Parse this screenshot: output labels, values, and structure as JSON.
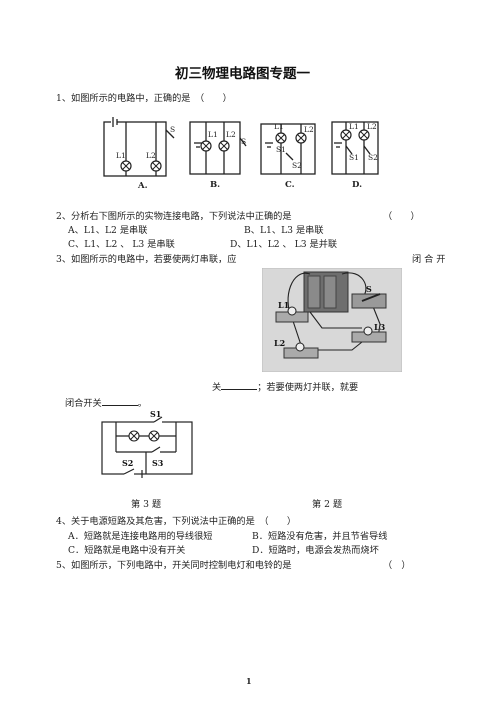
{
  "title": "初三物理电路图专题一",
  "q1": {
    "stem": "1、如图所示的电路中，正确的是　（　　）",
    "figure_labels": {
      "a": "A.",
      "b": "B.",
      "c": "C.",
      "d": "D."
    },
    "component_labels": {
      "S": "S",
      "L1": "L1",
      "L2": "L2",
      "S1": "S1",
      "S2": "S2"
    }
  },
  "q2": {
    "stem": "2、分析右下图所示的实物连接电路，下列说法中正确的是",
    "paren": "（　　）",
    "opt_a": "A、L1、L2 是串联",
    "opt_b": "B、L1、L3 是串联",
    "opt_c": "C、L1、L2 、 L3 是串联",
    "opt_d": "D、L1、L2 、 L3 是并联",
    "photo_labels": {
      "S": "S",
      "L1": "L1",
      "L2": "L2",
      "L3": "L3"
    }
  },
  "q3": {
    "stem": "3、如图所示的电路中，若要使两灯串联，应",
    "tail": "闭 合 开",
    "line2_a": "关",
    "line2_b": "；若要使两灯并联，就要",
    "line3_a": "闭合开关",
    "line3_b": "。",
    "switch_labels": {
      "S1": "S1",
      "S2": "S2",
      "S3": "S3"
    },
    "caption_left": "第 3 题",
    "caption_right": "第 2 题"
  },
  "q4": {
    "stem": "4、关于电源短路及其危害，下列说法中正确的是　（　　）",
    "opt_a": "A．短路就是连接电路用的导线很短",
    "opt_b": "B．短路没有危害，并且节省导线",
    "opt_c": "C．短路就是电路中没有开关",
    "opt_d": "D．短路时，电源会发热而烧坏"
  },
  "q5": {
    "stem": "5、如图所示，下列电路中，开关同时控制电灯和电铃的是",
    "paren": "（　）"
  },
  "page_number": "1"
}
